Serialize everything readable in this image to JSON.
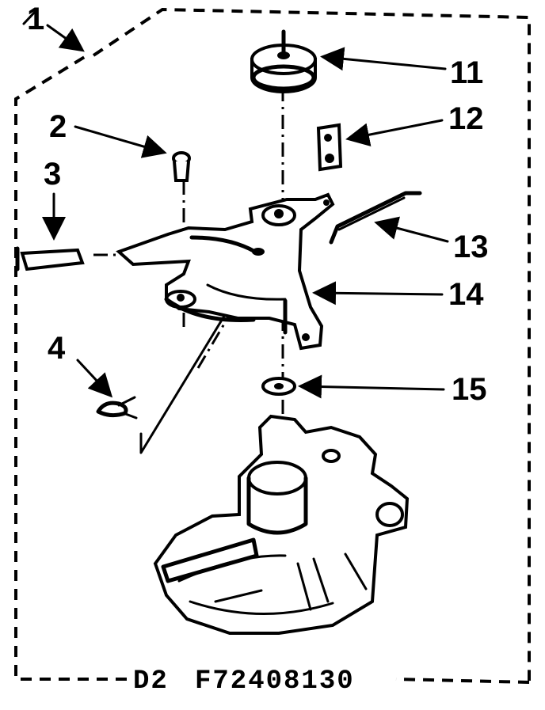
{
  "callouts": {
    "c1": "1",
    "c2": "2",
    "c3": "3",
    "c4": "4",
    "c11": "11",
    "c12": "12",
    "c13": "13",
    "c14": "14",
    "c15": "15"
  },
  "footer": {
    "left": "D2",
    "right": "F72408130"
  }
}
